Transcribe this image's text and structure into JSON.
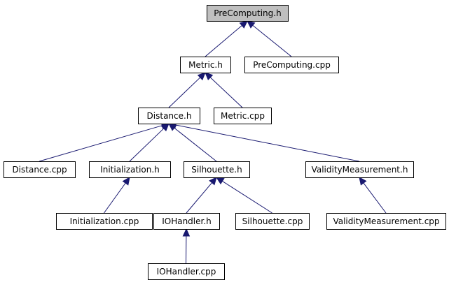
{
  "diagram": {
    "nodes": [
      {
        "id": "precomputing_h",
        "label": "PreComputing.h",
        "highlight": true
      },
      {
        "id": "metric_h",
        "label": "Metric.h"
      },
      {
        "id": "precomputing_cpp",
        "label": "PreComputing.cpp"
      },
      {
        "id": "distance_h",
        "label": "Distance.h"
      },
      {
        "id": "metric_cpp",
        "label": "Metric.cpp"
      },
      {
        "id": "distance_cpp",
        "label": "Distance.cpp"
      },
      {
        "id": "initialization_h",
        "label": "Initialization.h"
      },
      {
        "id": "silhouette_h",
        "label": "Silhouette.h"
      },
      {
        "id": "validitymeasurement_h",
        "label": "ValidityMeasurement.h"
      },
      {
        "id": "initialization_cpp",
        "label": "Initialization.cpp"
      },
      {
        "id": "iohandler_h",
        "label": "IOHandler.h"
      },
      {
        "id": "silhouette_cpp",
        "label": "Silhouette.cpp"
      },
      {
        "id": "validitymeasurement_cpp",
        "label": "ValidityMeasurement.cpp"
      },
      {
        "id": "iohandler_cpp",
        "label": "IOHandler.cpp"
      }
    ],
    "edges": [
      {
        "from": "metric_h",
        "to": "precomputing_h"
      },
      {
        "from": "precomputing_cpp",
        "to": "precomputing_h"
      },
      {
        "from": "distance_h",
        "to": "metric_h"
      },
      {
        "from": "metric_cpp",
        "to": "metric_h"
      },
      {
        "from": "distance_cpp",
        "to": "distance_h"
      },
      {
        "from": "initialization_h",
        "to": "distance_h"
      },
      {
        "from": "silhouette_h",
        "to": "distance_h"
      },
      {
        "from": "validitymeasurement_h",
        "to": "distance_h"
      },
      {
        "from": "initialization_cpp",
        "to": "initialization_h"
      },
      {
        "from": "iohandler_h",
        "to": "silhouette_h"
      },
      {
        "from": "silhouette_cpp",
        "to": "silhouette_h"
      },
      {
        "from": "validitymeasurement_cpp",
        "to": "validitymeasurement_h"
      },
      {
        "from": "iohandler_cpp",
        "to": "iohandler_h"
      }
    ],
    "colors": {
      "edge": "#191970",
      "root_fill": "#bfbfbf",
      "node_fill": "#ffffff",
      "border": "#000000"
    }
  }
}
